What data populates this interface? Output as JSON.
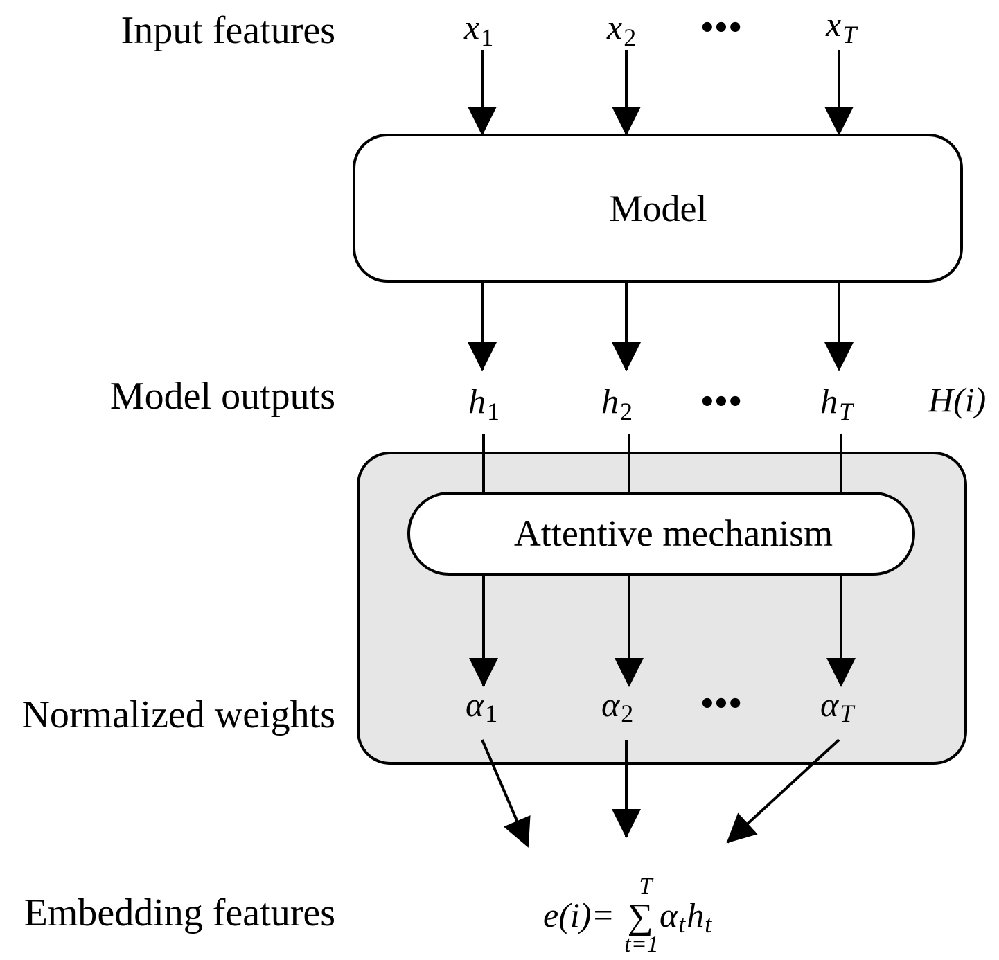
{
  "row_labels": {
    "input": "Input features",
    "outputs": "Model outputs",
    "weights": "Normalized weights",
    "embedding": "Embedding features"
  },
  "boxes": {
    "model": "Model",
    "attention": "Attentive mechanism"
  },
  "symbols": {
    "x": "x",
    "h": "h",
    "alpha": "α",
    "sub1": "1",
    "sub2": "2",
    "subT": "T",
    "ellipsis": "•••",
    "H_label": "H(i)"
  },
  "formula": {
    "lhs": "e(i)=",
    "sigma": "∑",
    "upper": "T",
    "lower": "t=1",
    "term_alpha": "α",
    "term_alpha_sub": "t",
    "term_h": "h",
    "term_h_sub": "t"
  },
  "colors": {
    "line": "#000000",
    "attention_panel": "#e6e6e6",
    "box_fill": "#ffffff"
  }
}
